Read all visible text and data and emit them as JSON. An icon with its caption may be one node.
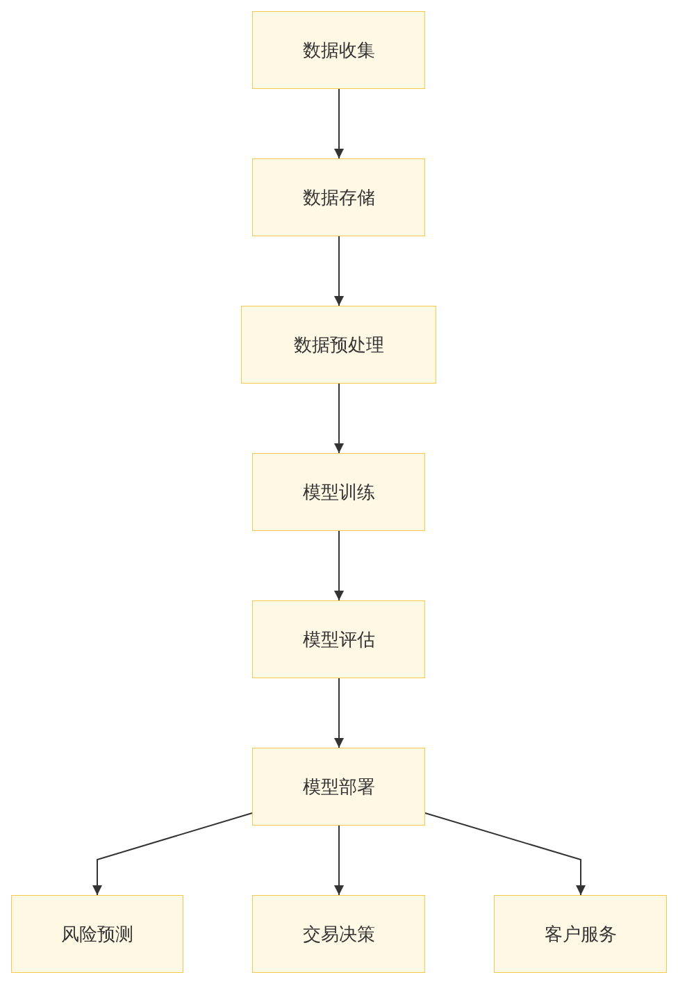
{
  "diagram": {
    "nodes": [
      {
        "text": [
          "数据收集"
        ]
      },
      {
        "text": [
          "数据存储"
        ]
      },
      {
        "text": [
          "数据预处理"
        ]
      },
      {
        "text": [
          "模型训练"
        ]
      },
      {
        "text": [
          "模型评估"
        ]
      },
      {
        "text": [
          "模型部署"
        ]
      },
      {
        "text": [
          "风险预测"
        ]
      },
      {
        "text": [
          "交易决策"
        ]
      },
      {
        "text": [
          "客户服务"
        ]
      }
    ],
    "edges": [
      {
        "from": 0,
        "to": 1,
        "arrow": "to"
      },
      {
        "from": 1,
        "to": 2,
        "arrow": "to"
      },
      {
        "from": 2,
        "to": 3,
        "arrow": "to"
      },
      {
        "from": 3,
        "to": 4,
        "arrow": "to"
      },
      {
        "from": 4,
        "to": 5,
        "arrow": "to"
      },
      {
        "from": 5,
        "to": 6,
        "arrow": "to"
      },
      {
        "from": 5,
        "to": 7,
        "arrow": "to"
      },
      {
        "from": 5,
        "to": 8,
        "arrow": "to"
      }
    ]
  }
}
